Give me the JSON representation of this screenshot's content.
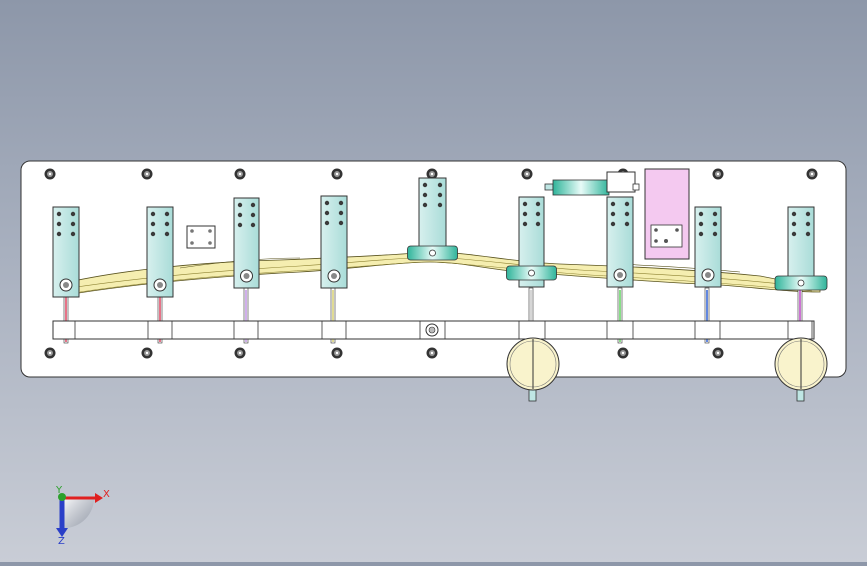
{
  "triad": {
    "x_label": "X",
    "y_label": "Y",
    "z_label": "Z",
    "x_color": "#e02020",
    "y_color": "#2ca02c",
    "z_color": "#2a3fc8"
  },
  "colors": {
    "base_plate": "#ffffff",
    "clamp_block": "#bfe6e4",
    "curved_part": "#f5eeb0",
    "pneumatic_box": "#f4c9f0",
    "knob": "#f9f3cc",
    "pin_colors": [
      "#e0506a",
      "#e0506a",
      "#c59be6",
      "#d9d27a",
      "#cccccc",
      "#6ad66a",
      "#3a6ad8",
      "#c050c8"
    ]
  }
}
